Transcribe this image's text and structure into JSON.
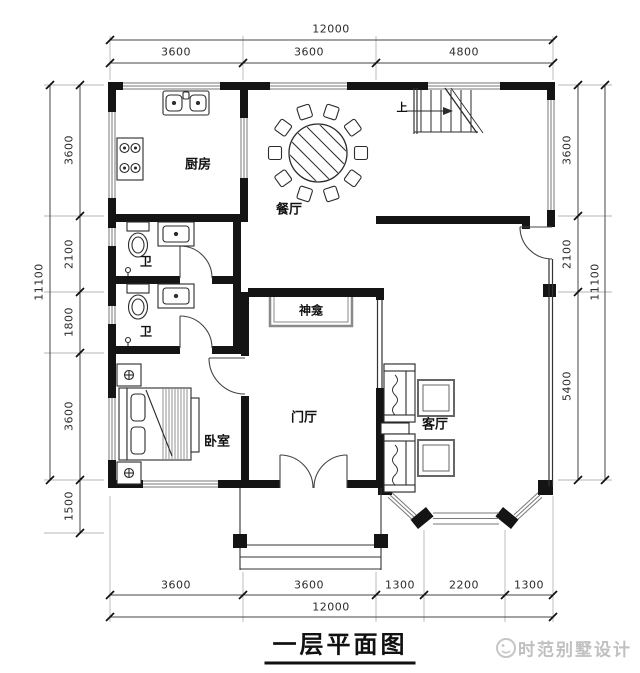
{
  "title": {
    "text": "一层平面图"
  },
  "watermark": {
    "brand": "时范别墅设计"
  },
  "rooms": {
    "kitchen": "厨房",
    "dining": "餐厅",
    "bath_upper": "卫",
    "bath_lower": "卫",
    "bedroom": "卧室",
    "foyer": "门厅",
    "living": "客厅",
    "shrine": "神龛",
    "stair_up": "上"
  },
  "dimensions": {
    "top": {
      "total": "12000",
      "segments": [
        "3600",
        "3600",
        "4800"
      ]
    },
    "bottom": {
      "total": "12000",
      "segments": [
        "3600",
        "3600",
        "1300",
        "2200",
        "1300"
      ]
    },
    "left": {
      "total": "11100",
      "segments": [
        "3600",
        "2100",
        "1800",
        "3600",
        "1500"
      ]
    },
    "right": {
      "total": "11100",
      "segments": [
        "3600",
        "2100",
        "5400"
      ]
    }
  },
  "colors": {
    "background": "#ffffff",
    "wall": "#141414",
    "line": "#333333",
    "window": "#777777",
    "dimension": "#444444",
    "watermark": "#c0c0c0"
  }
}
